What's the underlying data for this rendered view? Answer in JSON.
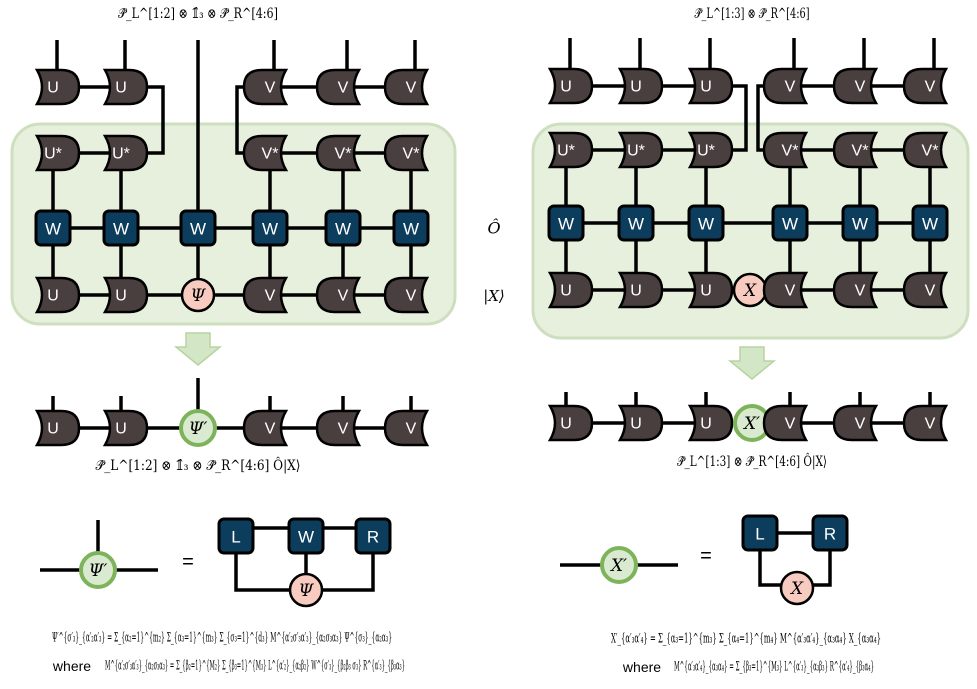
{
  "colors": {
    "tensor_dark": "#4a3f3f",
    "square_blue": "#0d3d5c",
    "square_border": "#000000",
    "psi_fill": "#f8cbc1",
    "psi_prime_border": "#7db35a",
    "psi_prime_fill": "#d9ead0",
    "panel_fill": "#e7f0dd",
    "panel_border": "#cddfbe",
    "arrow_fill": "#d3e6c6",
    "arrow_border": "#b7d3a2"
  },
  "left": {
    "top_formula": "𝒫̂_L^[1:2] ⊗ 𝟙̂₃ ⊗ 𝒫̂_R^[4:6]",
    "top_row": [
      "U",
      "U",
      "V",
      "V",
      "V"
    ],
    "mid_row": [
      "U*",
      "U*",
      "V*",
      "V*",
      "V*"
    ],
    "w_row": [
      "W",
      "W",
      "W",
      "W",
      "W",
      "W"
    ],
    "state_row": [
      "U",
      "U",
      "Ψ",
      "V",
      "V",
      "V"
    ],
    "result_row": [
      "U",
      "U",
      "Ψ′",
      "V",
      "V",
      "V"
    ],
    "result_formula": "𝒫̂_L^[1:2] ⊗ 𝟙̂₃ ⊗ 𝒫̂_R^[4:6] Ô|X⟩",
    "eq_lhs": "Ψ′",
    "eq_sign": "=",
    "eq_rhs": [
      "L",
      "W",
      "R",
      "Ψ"
    ],
    "formula_line1": "Ψ′^{σ′₃}_{α′₂α′₃} = Σ_{α₂=1}^{m₂} Σ_{α₃=1}^{m₃} Σ_{σ₃=1}^{d₃} M^{α′₂σ′₃α′₃}_{α₂σ₃α₃} Ψ^{σ₃}_{α₂α₃}",
    "formula_line2_prefix": "where",
    "formula_line2": "M^{α′₂σ′₃α′₃}_{α₂σ₃α₃} = Σ_{β₂=1}^{M₂} Σ_{β₃=1}^{M₃} L^{α′₂}_{α₂β₂} W^{σ′₃}_{β₂β₃ σ₃} R^{α′₃}_{β₃α₃}"
  },
  "middle": {
    "operator_label": "Ô",
    "state_label": "|X⟩"
  },
  "right": {
    "top_formula": "𝒫̂_L^[1:3] ⊗ 𝒫̂_R^[4:6]",
    "top_row": [
      "U",
      "U",
      "U",
      "V",
      "V",
      "V"
    ],
    "mid_row": [
      "U*",
      "U*",
      "U*",
      "V*",
      "V*",
      "V*"
    ],
    "w_row": [
      "W",
      "W",
      "W",
      "W",
      "W",
      "W"
    ],
    "state_row": [
      "U",
      "U",
      "U",
      "X",
      "V",
      "V",
      "V"
    ],
    "result_row": [
      "U",
      "U",
      "U",
      "X′",
      "V",
      "V",
      "V"
    ],
    "result_formula": "𝒫̂_L^[1:3] ⊗ 𝒫̂_R^[4:6] Ô|X⟩",
    "eq_lhs": "X′",
    "eq_sign": "=",
    "eq_rhs": [
      "L",
      "R",
      "X"
    ],
    "formula_line1": "X′_{α′₃α′₄} = Σ_{α₃=1}^{m₃} Σ_{α₄=1}^{m₄} M^{α′₃α′₄}_{α₃α₄} X_{α₃α₄}",
    "formula_line2_prefix": "where",
    "formula_line2": "M^{α′₃α′₄}_{α₃α₄} = Σ_{β₃=1}^{M₃} L^{α′₃}_{α₃β₃} R^{α′₄}_{β₃α₄}"
  }
}
